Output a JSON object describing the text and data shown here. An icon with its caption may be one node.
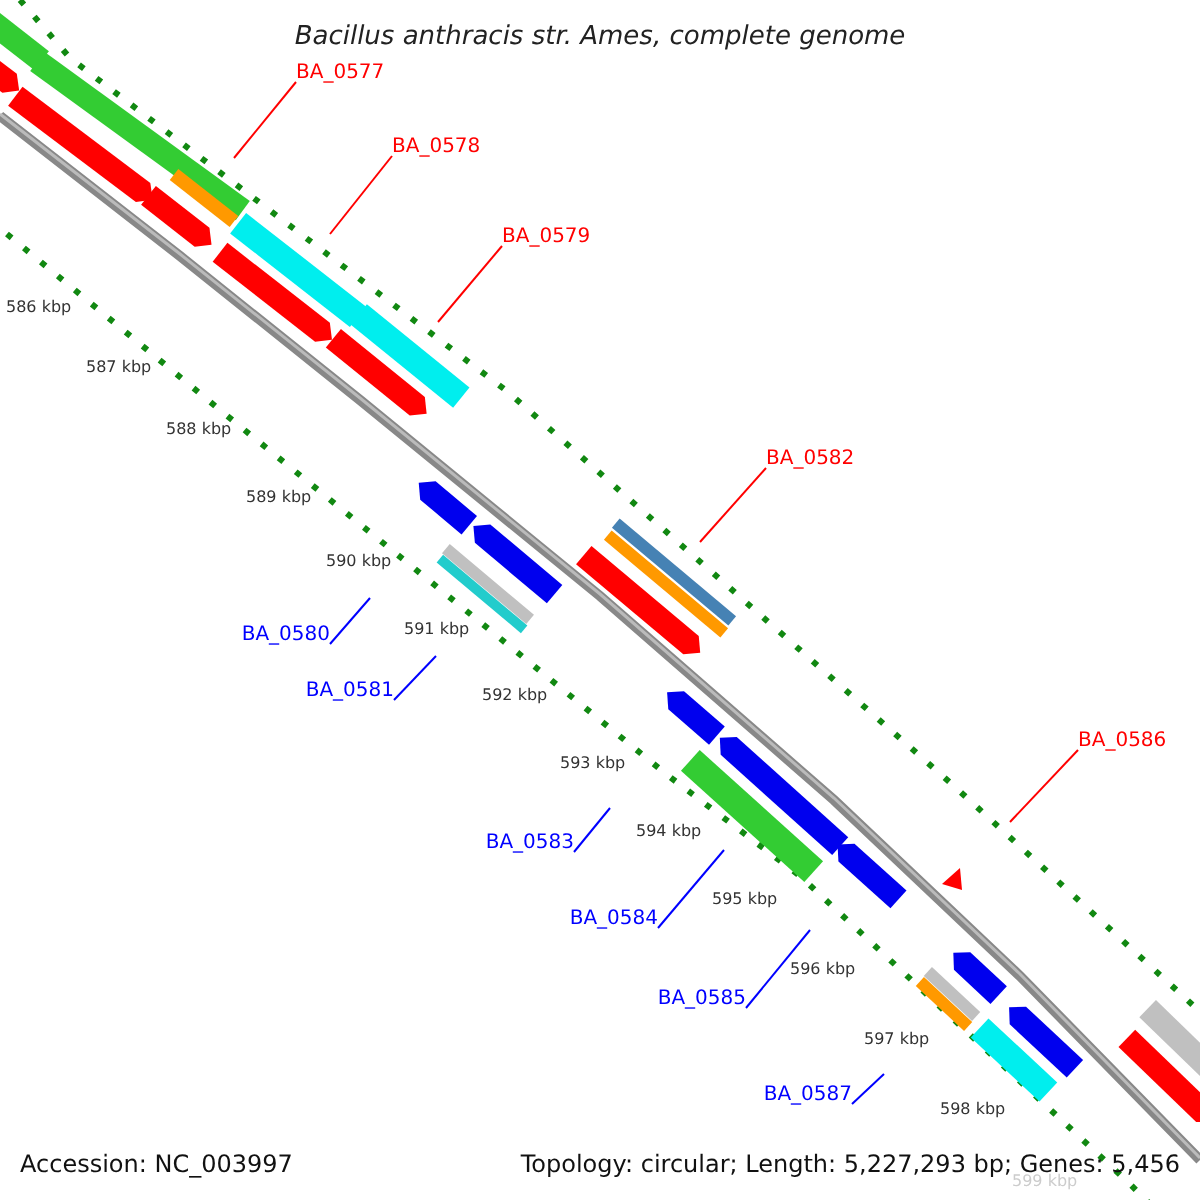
{
  "diagram": {
    "title": "Bacillus anthracis str. Ames, complete genome",
    "nodes": [
      {
        "text": [
          "BA_0577"
        ]
      },
      {
        "text": [
          "BA_0578"
        ]
      },
      {
        "text": [
          "BA_0579"
        ]
      },
      {
        "text": [
          "BA_0582"
        ]
      },
      {
        "text": [
          "BA_0580"
        ]
      },
      {
        "text": [
          "BA_0581"
        ]
      },
      {
        "text": [
          "BA_0586"
        ]
      },
      {
        "text": [
          "BA_0583"
        ]
      },
      {
        "text": [
          "BA_0584"
        ]
      },
      {
        "text": [
          "BA_0585"
        ]
      },
      {
        "text": [
          "BA_0587"
        ]
      }
    ],
    "edges": [
      {
        "from": 0,
        "to": null,
        "arrow": "none",
        "color": "#ff0000"
      },
      {
        "from": 1,
        "to": null,
        "arrow": "none",
        "color": "#ff0000"
      },
      {
        "from": 2,
        "to": null,
        "arrow": "none",
        "color": "#ff0000"
      },
      {
        "from": 3,
        "to": null,
        "arrow": "none",
        "color": "#ff0000"
      },
      {
        "from": 4,
        "to": null,
        "arrow": "none"
      },
      {
        "from": 5,
        "to": null,
        "arrow": "none"
      },
      {
        "from": 6,
        "to": null,
        "arrow": "none",
        "color": "#ff0000"
      },
      {
        "from": 7,
        "to": null,
        "arrow": "none"
      },
      {
        "from": 8,
        "to": null,
        "arrow": "none"
      },
      {
        "from": 9,
        "to": null,
        "arrow": "none"
      },
      {
        "from": 10,
        "to": null,
        "arrow": "none"
      }
    ],
    "labels": [
      "586 kbp",
      "587 kbp",
      "588 kbp",
      "589 kbp",
      "590 kbp",
      "591 kbp",
      "592 kbp",
      "593 kbp",
      "594 kbp",
      "595 kbp",
      "596 kbp",
      "597 kbp",
      "598 kbp",
      "599 kbp",
      "Accession: NC_003997",
      "Topology: circular; Length: 5,227,293 bp; Genes: 5,456"
    ]
  }
}
